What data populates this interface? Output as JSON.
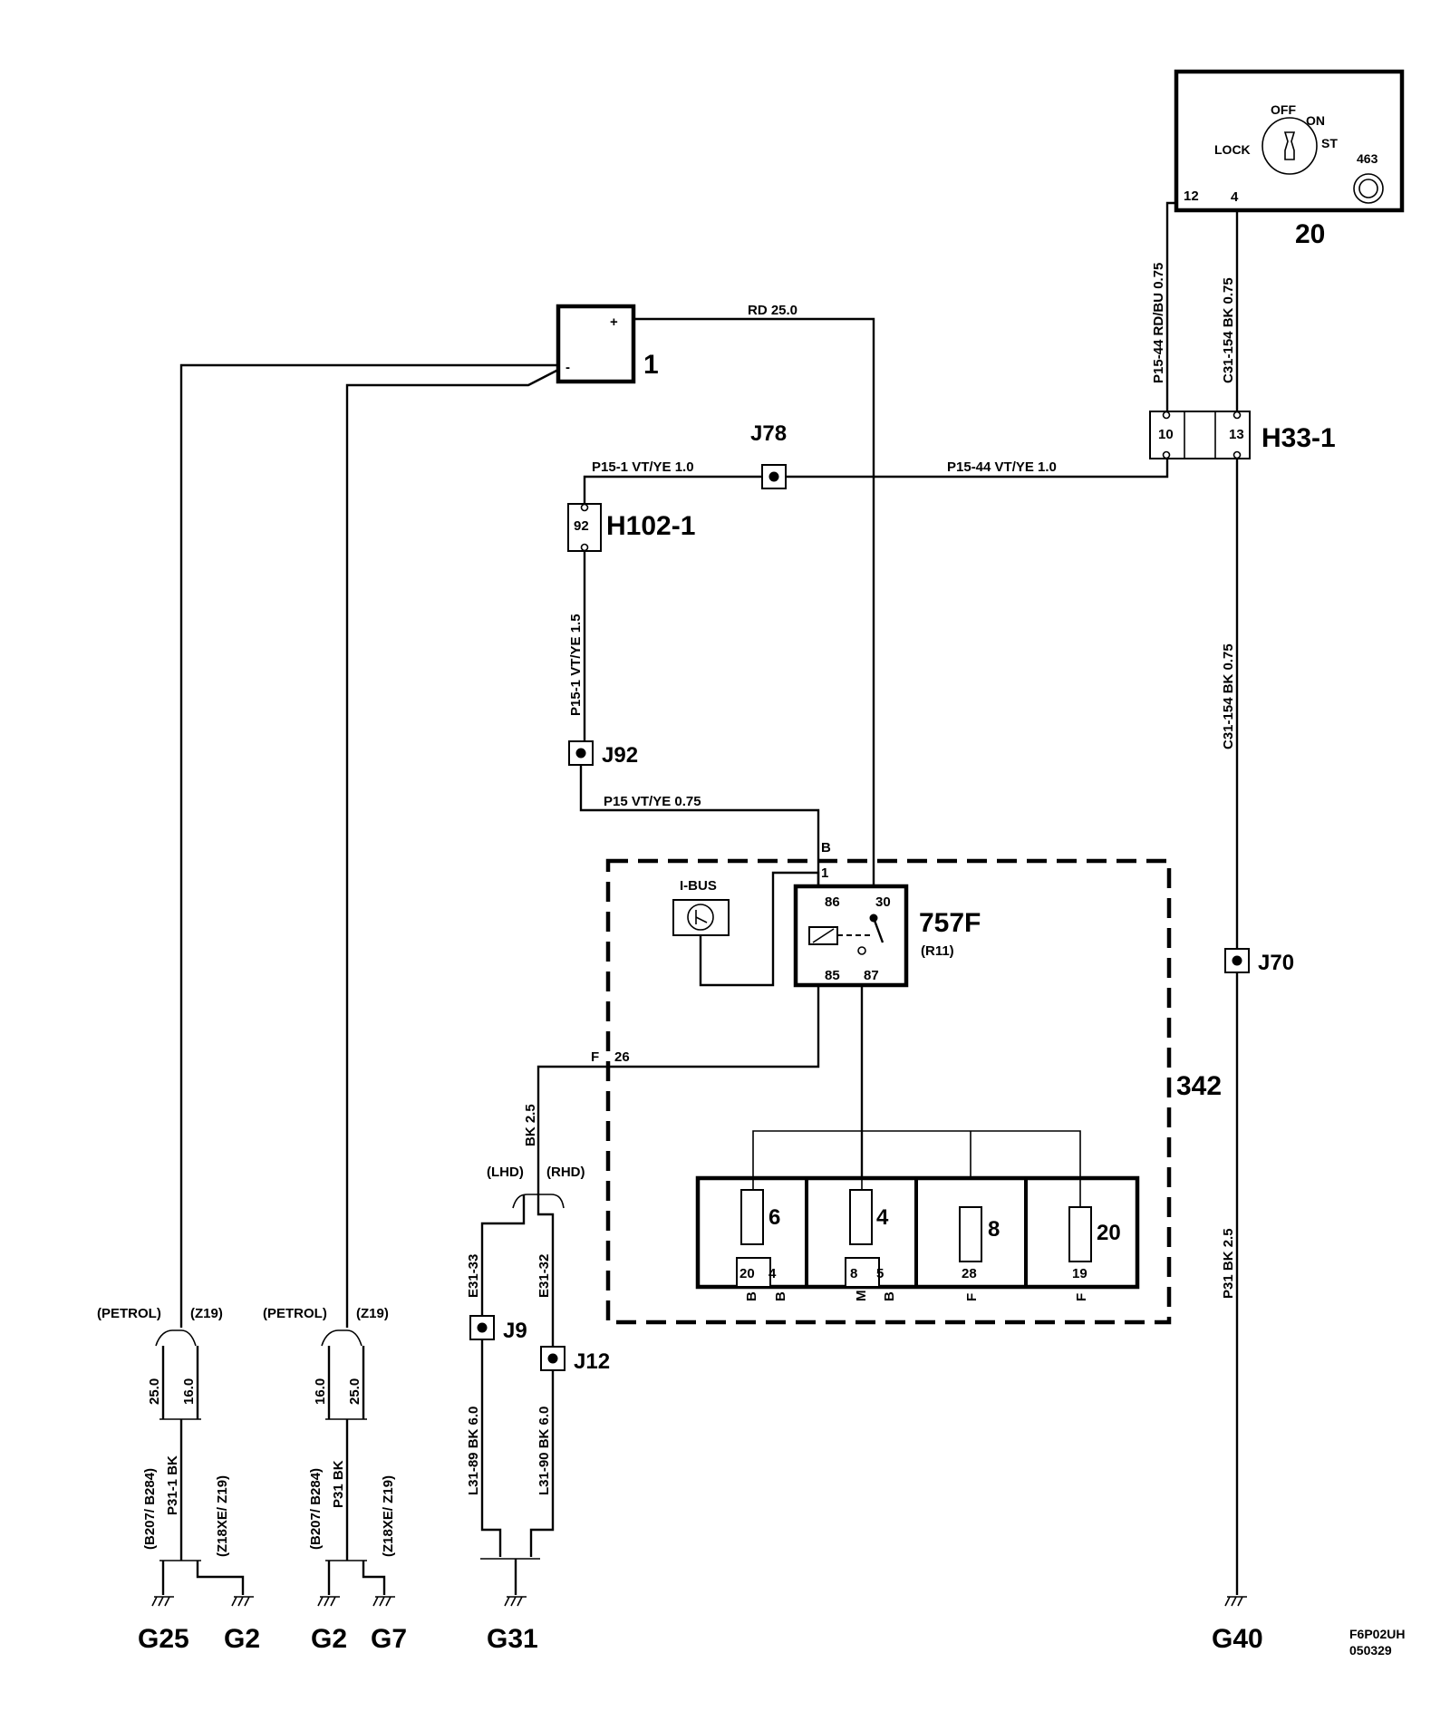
{
  "components": {
    "ignition_switch": {
      "id": "20",
      "positions": [
        "OFF",
        "ON",
        "ST",
        "LOCK"
      ],
      "pin_a": "12",
      "pin_b": "4",
      "sensor": "463"
    },
    "battery": {
      "id": "1",
      "plus": "+",
      "minus": "-"
    },
    "relay": {
      "id": "757F",
      "sub": "(R11)",
      "pins": [
        "86",
        "30",
        "85",
        "87"
      ]
    },
    "module": {
      "id": "342",
      "ibus": "I-BUS"
    },
    "connectors": {
      "h33": {
        "id": "H33-1",
        "pin_a": "10",
        "pin_b": "13"
      },
      "h102": {
        "id": "H102-1",
        "pin": "92"
      }
    },
    "fuses": [
      {
        "num": "6",
        "pins": [
          "20",
          "4"
        ],
        "codes": [
          "B",
          "B"
        ]
      },
      {
        "num": "4",
        "pins": [
          "8",
          "5"
        ],
        "codes": [
          "M",
          "B"
        ]
      },
      {
        "num": "8",
        "pins": [
          "28"
        ],
        "codes": [
          "F"
        ]
      },
      {
        "num": "20",
        "pins": [
          "19"
        ],
        "codes": [
          "F"
        ]
      }
    ]
  },
  "splices": [
    "J78",
    "J92",
    "J70",
    "J9",
    "J12"
  ],
  "wires": {
    "rd250": "RD  25.0",
    "p1544_rdbu": "P15-44  RD/BU  0.75",
    "c31154_top": "C31-154  BK  0.75",
    "c31154_mid": "C31-154  BK  0.75",
    "p151_top": "P15-1  VT/YE 1.0",
    "p1544_vt": "P15-44  VT/YE  1.0",
    "p151_v": "P15-1 VT/YE  1.5",
    "p15": "P15  VT/YE   0.75",
    "bk25": "BK  2.5",
    "p31bk": "P31  BK  2.5",
    "e3133": "E31-33",
    "e3132": "E31-32",
    "l3189": "L31-89  BK  6.0",
    "l3190": "L31-90  BK  6.0",
    "pin_b": "B",
    "pin_1": "1",
    "pin_f": "F",
    "pin_26": "26"
  },
  "variants": {
    "lhd": "(LHD)",
    "rhd": "(RHD)",
    "petrol": "(PETROL)",
    "z19": "(Z19)",
    "b207": "(B207/ B284)",
    "z18": "(Z18XE/ Z19)",
    "p311bk": "P31-1  BK",
    "p31bk": "P31  BK",
    "v250": "25.0",
    "v160": "16.0"
  },
  "grounds": [
    "G25",
    "G2",
    "G2",
    "G7",
    "G31",
    "G40"
  ],
  "ref": {
    "code": "F6P02UH",
    "date": "050329"
  }
}
